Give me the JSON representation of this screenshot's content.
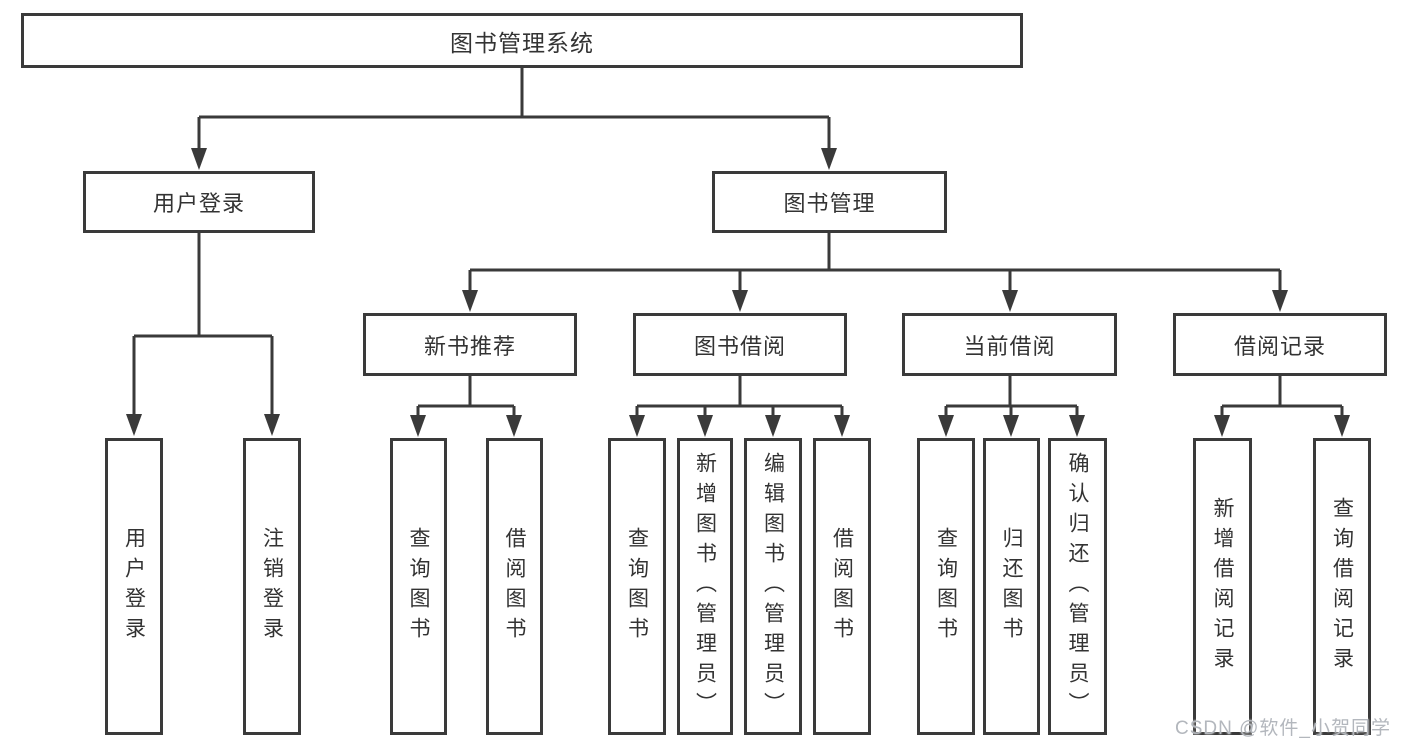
{
  "tree": {
    "root": "图书管理系统",
    "branches": [
      {
        "label": "用户登录",
        "children": [
          "用户登录",
          "注销登录"
        ]
      },
      {
        "label": "图书管理",
        "children": [
          {
            "label": "新书推荐",
            "children": [
              "查询图书",
              "借阅图书"
            ]
          },
          {
            "label": "图书借阅",
            "children": [
              "查询图书",
              "新增图书（管理员）",
              "编辑图书（管理员）",
              "借阅图书"
            ]
          },
          {
            "label": "当前借阅",
            "children": [
              "查询图书",
              "归还图书",
              "确认归还（管理员）"
            ]
          },
          {
            "label": "借阅记录",
            "children": [
              "新增借阅记录",
              "查询借阅记录"
            ]
          }
        ]
      }
    ]
  },
  "watermark": "CSDN @软件_小贺同学",
  "colors": {
    "line": "#3a3a3a",
    "text": "#333333",
    "watermark": "#b3b7bd",
    "background": "#ffffff"
  }
}
